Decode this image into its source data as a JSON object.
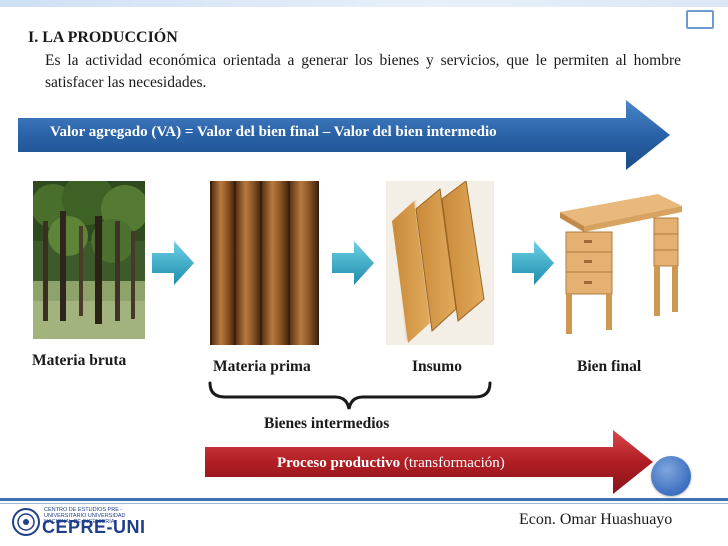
{
  "slide": {
    "heading": "I. LA PRODUCCIÓN",
    "description": "Es la actividad económica orientada a generar los bienes y servicios, que le permiten al hombre satisfacer las necesidades.",
    "formula": "Valor agregado (VA) = Valor del bien final – Valor del bien intermedio",
    "labels": {
      "materia_bruta": "Materia bruta",
      "materia_prima": "Materia prima",
      "insumo": "Insumo",
      "bien_final": "Bien final",
      "bienes_intermedios": "Bienes intermedios"
    },
    "proceso": {
      "bold": "Proceso productivo",
      "rest": " (transformación)"
    },
    "images": [
      "forest-image",
      "logs-image",
      "wood-boards-image",
      "desk-image"
    ],
    "colors": {
      "blue_banner": "#2a63a8",
      "red_banner": "#b11e24",
      "step_arrow": "#2aa3c2"
    }
  },
  "footer": {
    "logo_small": "CENTRO DE ESTUDIOS PRE - UNIVERSITARIO UNIVERSIDAD NACIONAL DE INGENIERÍA",
    "logo_big": "CEPRE-UNI",
    "author": "Econ. Omar Huashuayo"
  }
}
